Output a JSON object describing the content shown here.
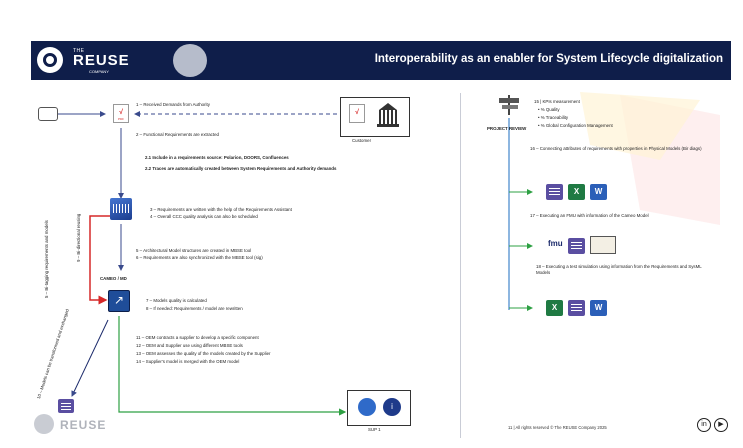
{
  "header": {
    "brand_the": "THE",
    "brand_name": "REUSE",
    "brand_company": "COMPANY",
    "title": "Interoperability as an enabler for System Lifecycle digitalization"
  },
  "left": {
    "step1": "1 – Received Demands from Authority",
    "step2": "2 – Functional Requirements are extracted",
    "step21": "2.1 Include in a requirements source: Polarion, DOORS, Confluences",
    "step22": "2.2 Traces are automatically created between System Requirements and Authority demands",
    "step3": "3 – Requirements are written with the help of the Requirements Assistant",
    "step4": "4 – Overall CCC quality analysis can also be scheduled",
    "step5": "5 – Architectural Model structures are created in MBSE tool",
    "step6": "6 – Requirements are also synchronized with the MBSE tool (sig)",
    "step7": "7 – Models quality is calculated",
    "step8": "8 – If needed: Requirements / model are rewritten",
    "step11": "11 – OEM contracts a supplier to develop a specific component",
    "step12": "12 – OEM and Supplier use using different MBSE tools",
    "step13": "13 – OEM assesses the quality of the models created by the Supplier",
    "step14": "14 – Supplier's model is merged with the OEM model",
    "customer_label": "Customer",
    "pdf_label": "PDF",
    "cameo_label": "CAMEO / MD",
    "supplier_label": "SUP 1",
    "vertical_1": "9 – Bi-directional reusing",
    "vertical_2": "5 – Bi-tagging requirements and models",
    "vertical_3": "10 – Models can be transformed and exchanged"
  },
  "right": {
    "project_label": "PROJECT REVIEW",
    "kpi_title": "15 | KPIs measurement",
    "kpi_items": [
      "• % Quality",
      "• % Traceability",
      "• % Global Configuration Management"
    ],
    "step16": "16 – Connecting attributes of requirements with properties in Physical Models (Bir diags)",
    "step17": "17 – Executing an FMU with information of the Cameo Model",
    "step18": "18 – Executing a test simulation using information from the Requirements and SysML Models",
    "fmu_label": "fmu"
  },
  "bottom": {
    "logo_name": "REUSE",
    "footer_text": "11 | All rights reserved © The REUSE Company 2025"
  },
  "colors": {
    "header": "#0f1e4a",
    "dashed_arrow": "#3a4a8c",
    "red_loop": "#d62828",
    "green_flow": "#2ea043",
    "blue_flow": "#1b6ec2"
  }
}
